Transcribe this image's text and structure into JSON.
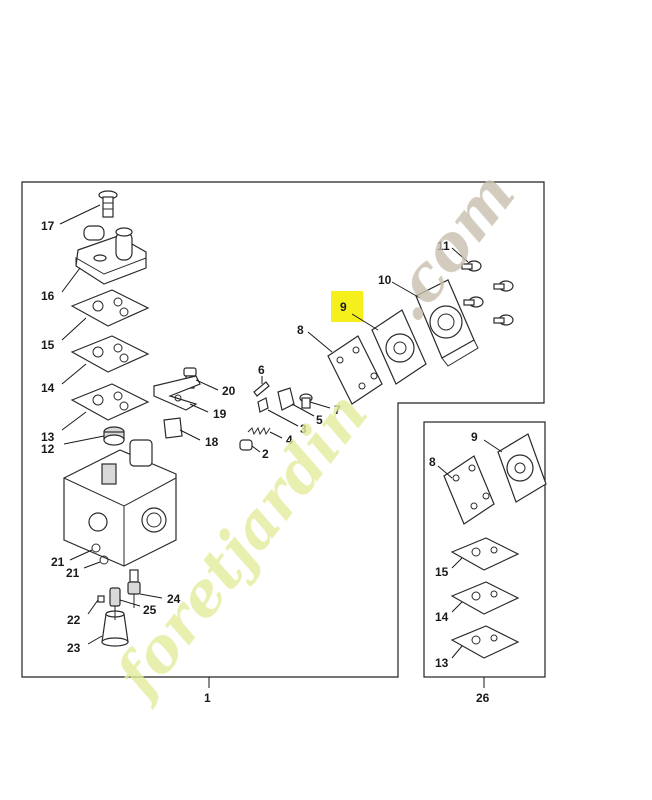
{
  "watermark": {
    "text_front": "foretjardin",
    "text_back": ".com",
    "color_front": "#e4eb9a",
    "color_back": "#c9bfae"
  },
  "highlight_color": "#f5f01c",
  "assemblies": [
    {
      "number": "1"
    },
    {
      "number": "26"
    }
  ],
  "callouts": [
    {
      "number": "17"
    },
    {
      "number": "16"
    },
    {
      "number": "15"
    },
    {
      "number": "14"
    },
    {
      "number": "13"
    },
    {
      "number": "12"
    },
    {
      "number": "20"
    },
    {
      "number": "19"
    },
    {
      "number": "18"
    },
    {
      "number": "6"
    },
    {
      "number": "4"
    },
    {
      "number": "2"
    },
    {
      "number": "3"
    },
    {
      "number": "5"
    },
    {
      "number": "7"
    },
    {
      "number": "8"
    },
    {
      "number": "9"
    },
    {
      "number": "10"
    },
    {
      "number": "11"
    },
    {
      "number": "21"
    },
    {
      "number": "21"
    },
    {
      "number": "22"
    },
    {
      "number": "23"
    },
    {
      "number": "24"
    },
    {
      "number": "25"
    }
  ],
  "kit_callouts": [
    {
      "number": "9"
    },
    {
      "number": "8"
    },
    {
      "number": "15"
    },
    {
      "number": "14"
    },
    {
      "number": "13"
    }
  ]
}
